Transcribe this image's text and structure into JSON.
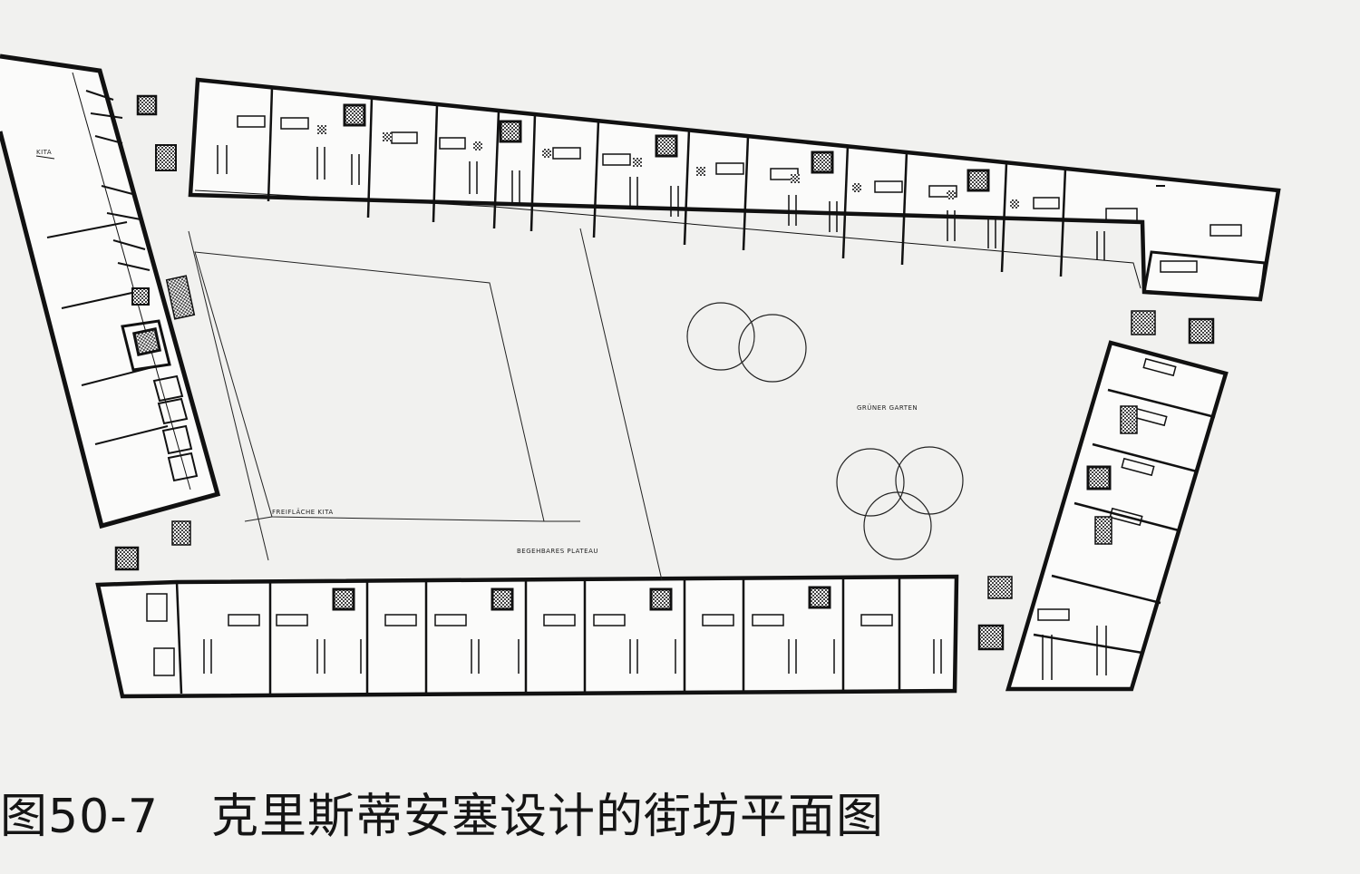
{
  "caption": {
    "number": "图50-7",
    "title": "克里斯蒂安塞设计的街坊平面图"
  },
  "plan_labels": {
    "left_area": "FREIFLÄCHE KITA",
    "center_area": "BEGEHBARES PLATEAU",
    "right_area": "GRÜNER GARTEN",
    "kita": "KITA"
  },
  "colors": {
    "background": "#f1f1ef",
    "ink": "#111111"
  }
}
